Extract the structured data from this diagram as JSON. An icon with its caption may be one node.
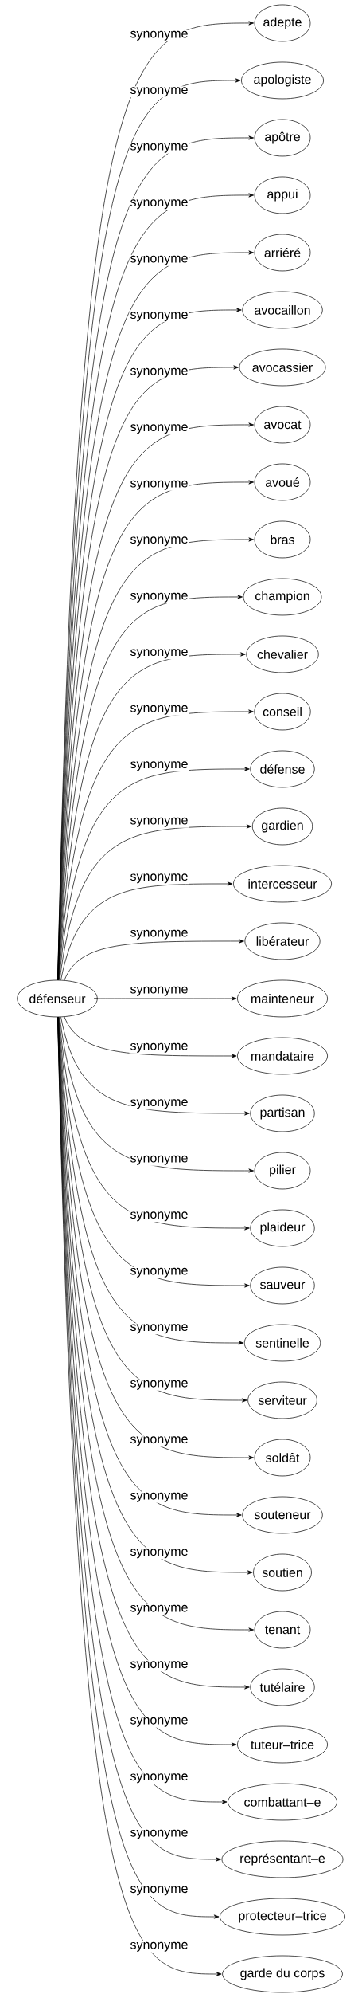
{
  "diagram": {
    "nodes": [
      {
        "text": [
          "défenseur"
        ]
      },
      {
        "text": [
          "adepte"
        ]
      },
      {
        "text": [
          "apologiste"
        ]
      },
      {
        "text": [
          "apôtre"
        ]
      },
      {
        "text": [
          "appui"
        ]
      },
      {
        "text": [
          "arriéré"
        ]
      },
      {
        "text": [
          "avocaillon"
        ]
      },
      {
        "text": [
          "avocassier"
        ]
      },
      {
        "text": [
          "avocat"
        ]
      },
      {
        "text": [
          "avoué"
        ]
      },
      {
        "text": [
          "bras"
        ]
      },
      {
        "text": [
          "champion"
        ]
      },
      {
        "text": [
          "chevalier"
        ]
      },
      {
        "text": [
          "conseil"
        ]
      },
      {
        "text": [
          "défense"
        ]
      },
      {
        "text": [
          "gardien"
        ]
      },
      {
        "text": [
          "intercesseur"
        ]
      },
      {
        "text": [
          "libérateur"
        ]
      },
      {
        "text": [
          "mainteneur"
        ]
      },
      {
        "text": [
          "mandataire"
        ]
      },
      {
        "text": [
          "partisan"
        ]
      },
      {
        "text": [
          "pilier"
        ]
      },
      {
        "text": [
          "plaideur"
        ]
      },
      {
        "text": [
          "sauveur"
        ]
      },
      {
        "text": [
          "sentinelle"
        ]
      },
      {
        "text": [
          "serviteur"
        ]
      },
      {
        "text": [
          "soldât"
        ]
      },
      {
        "text": [
          "souteneur"
        ]
      },
      {
        "text": [
          "soutien"
        ]
      },
      {
        "text": [
          "tenant"
        ]
      },
      {
        "text": [
          "tutélaire"
        ]
      },
      {
        "text": [
          "tuteur–trice"
        ]
      },
      {
        "text": [
          "combattant–e"
        ]
      },
      {
        "text": [
          "représentant–e"
        ]
      },
      {
        "text": [
          "protecteur–trice"
        ]
      },
      {
        "text": [
          "garde du corps"
        ]
      }
    ],
    "edges": [
      {
        "from": 0,
        "to": 1,
        "arrow": "to",
        "label": "synonyme"
      },
      {
        "from": 0,
        "to": 2,
        "arrow": "to",
        "label": "synonyme"
      },
      {
        "from": 0,
        "to": 3,
        "arrow": "to",
        "label": "synonyme"
      },
      {
        "from": 0,
        "to": 4,
        "arrow": "to",
        "label": "synonyme"
      },
      {
        "from": 0,
        "to": 5,
        "arrow": "to",
        "label": "synonyme"
      },
      {
        "from": 0,
        "to": 6,
        "arrow": "to",
        "label": "synonyme"
      },
      {
        "from": 0,
        "to": 7,
        "arrow": "to",
        "label": "synonyme"
      },
      {
        "from": 0,
        "to": 8,
        "arrow": "to",
        "label": "synonyme"
      },
      {
        "from": 0,
        "to": 9,
        "arrow": "to",
        "label": "synonyme"
      },
      {
        "from": 0,
        "to": 10,
        "arrow": "to",
        "label": "synonyme"
      },
      {
        "from": 0,
        "to": 11,
        "arrow": "to",
        "label": "synonyme"
      },
      {
        "from": 0,
        "to": 12,
        "arrow": "to",
        "label": "synonyme"
      },
      {
        "from": 0,
        "to": 13,
        "arrow": "to",
        "label": "synonyme"
      },
      {
        "from": 0,
        "to": 14,
        "arrow": "to",
        "label": "synonyme"
      },
      {
        "from": 0,
        "to": 15,
        "arrow": "to",
        "label": "synonyme"
      },
      {
        "from": 0,
        "to": 16,
        "arrow": "to",
        "label": "synonyme"
      },
      {
        "from": 0,
        "to": 17,
        "arrow": "to",
        "label": "synonyme"
      },
      {
        "from": 0,
        "to": 18,
        "arrow": "to",
        "label": "synonyme"
      },
      {
        "from": 0,
        "to": 19,
        "arrow": "to",
        "label": "synonyme"
      },
      {
        "from": 0,
        "to": 20,
        "arrow": "to",
        "label": "synonyme"
      },
      {
        "from": 0,
        "to": 21,
        "arrow": "to",
        "label": "synonyme"
      },
      {
        "from": 0,
        "to": 22,
        "arrow": "to",
        "label": "synonyme"
      },
      {
        "from": 0,
        "to": 23,
        "arrow": "to",
        "label": "synonyme"
      },
      {
        "from": 0,
        "to": 24,
        "arrow": "to",
        "label": "synonyme"
      },
      {
        "from": 0,
        "to": 25,
        "arrow": "to",
        "label": "synonyme"
      },
      {
        "from": 0,
        "to": 26,
        "arrow": "to",
        "label": "synonyme"
      },
      {
        "from": 0,
        "to": 27,
        "arrow": "to",
        "label": "synonyme"
      },
      {
        "from": 0,
        "to": 28,
        "arrow": "to",
        "label": "synonyme"
      },
      {
        "from": 0,
        "to": 29,
        "arrow": "to",
        "label": "synonyme"
      },
      {
        "from": 0,
        "to": 30,
        "arrow": "to",
        "label": "synonyme"
      },
      {
        "from": 0,
        "to": 31,
        "arrow": "to",
        "label": "synonyme"
      },
      {
        "from": 0,
        "to": 32,
        "arrow": "to",
        "label": "synonyme"
      },
      {
        "from": 0,
        "to": 33,
        "arrow": "to",
        "label": "synonyme"
      },
      {
        "from": 0,
        "to": 34,
        "arrow": "to",
        "label": "synonyme"
      },
      {
        "from": 0,
        "to": 35,
        "arrow": "to",
        "label": "synonyme"
      }
    ]
  }
}
